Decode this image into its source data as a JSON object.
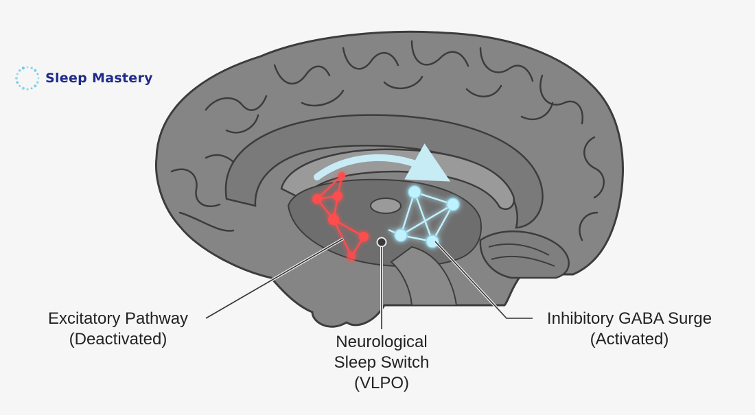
{
  "brand": {
    "name": "Sleep Mastery",
    "color": "#1f2a8a",
    "icon": "dotted-ring-icon",
    "icon_color": "#5ec6e0"
  },
  "diagram": {
    "colors": {
      "brain_fill": "#858585",
      "brain_outline": "#3c3c3c",
      "excitatory": "#ff4d4d",
      "inhibitory": "#bff1ff",
      "arrow": "#c7ecf5"
    },
    "labels": {
      "excitatory": {
        "line1": "Excitatory Pathway",
        "line2": "(Deactivated)"
      },
      "switch": {
        "line1": "Neurological",
        "line2": "Sleep Switch",
        "line3": "(VLPO)"
      },
      "inhibitory": {
        "line1": "Inhibitory GABA Surge",
        "line2": "(Activated)"
      }
    }
  }
}
